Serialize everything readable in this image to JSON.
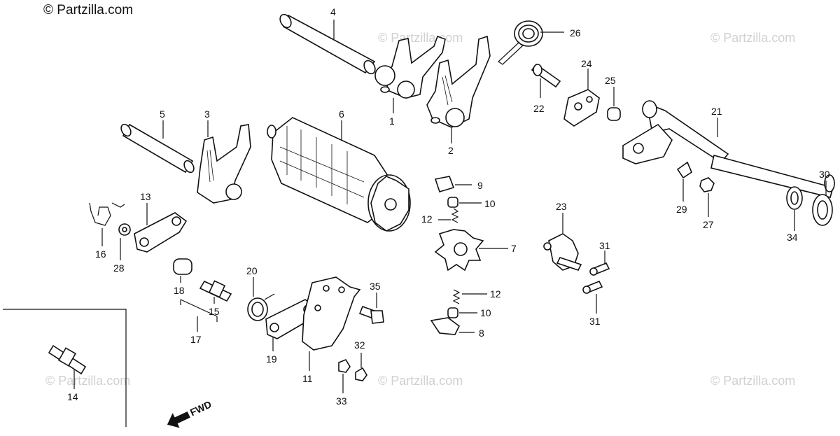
{
  "copyright": "© Partzilla.com",
  "watermark": "© Partzilla.com",
  "direction_label": "FWD",
  "callouts": {
    "c1": "1",
    "c2": "2",
    "c3": "3",
    "c4": "4",
    "c5": "5",
    "c6": "6",
    "c7": "7",
    "c8": "8",
    "c9": "9",
    "c10a": "10",
    "c10b": "10",
    "c11": "11",
    "c12a": "12",
    "c12b": "12",
    "c13": "13",
    "c14": "14",
    "c15": "15",
    "c16": "16",
    "c17": "17",
    "c18": "18",
    "c19": "19",
    "c20": "20",
    "c21": "21",
    "c22": "22",
    "c23": "23",
    "c24": "24",
    "c25": "25",
    "c26": "26",
    "c27": "27",
    "c28": "28",
    "c29": "29",
    "c30": "30",
    "c31a": "31",
    "c31b": "31",
    "c32": "32",
    "c33": "33",
    "c34": "34",
    "c35": "35"
  }
}
